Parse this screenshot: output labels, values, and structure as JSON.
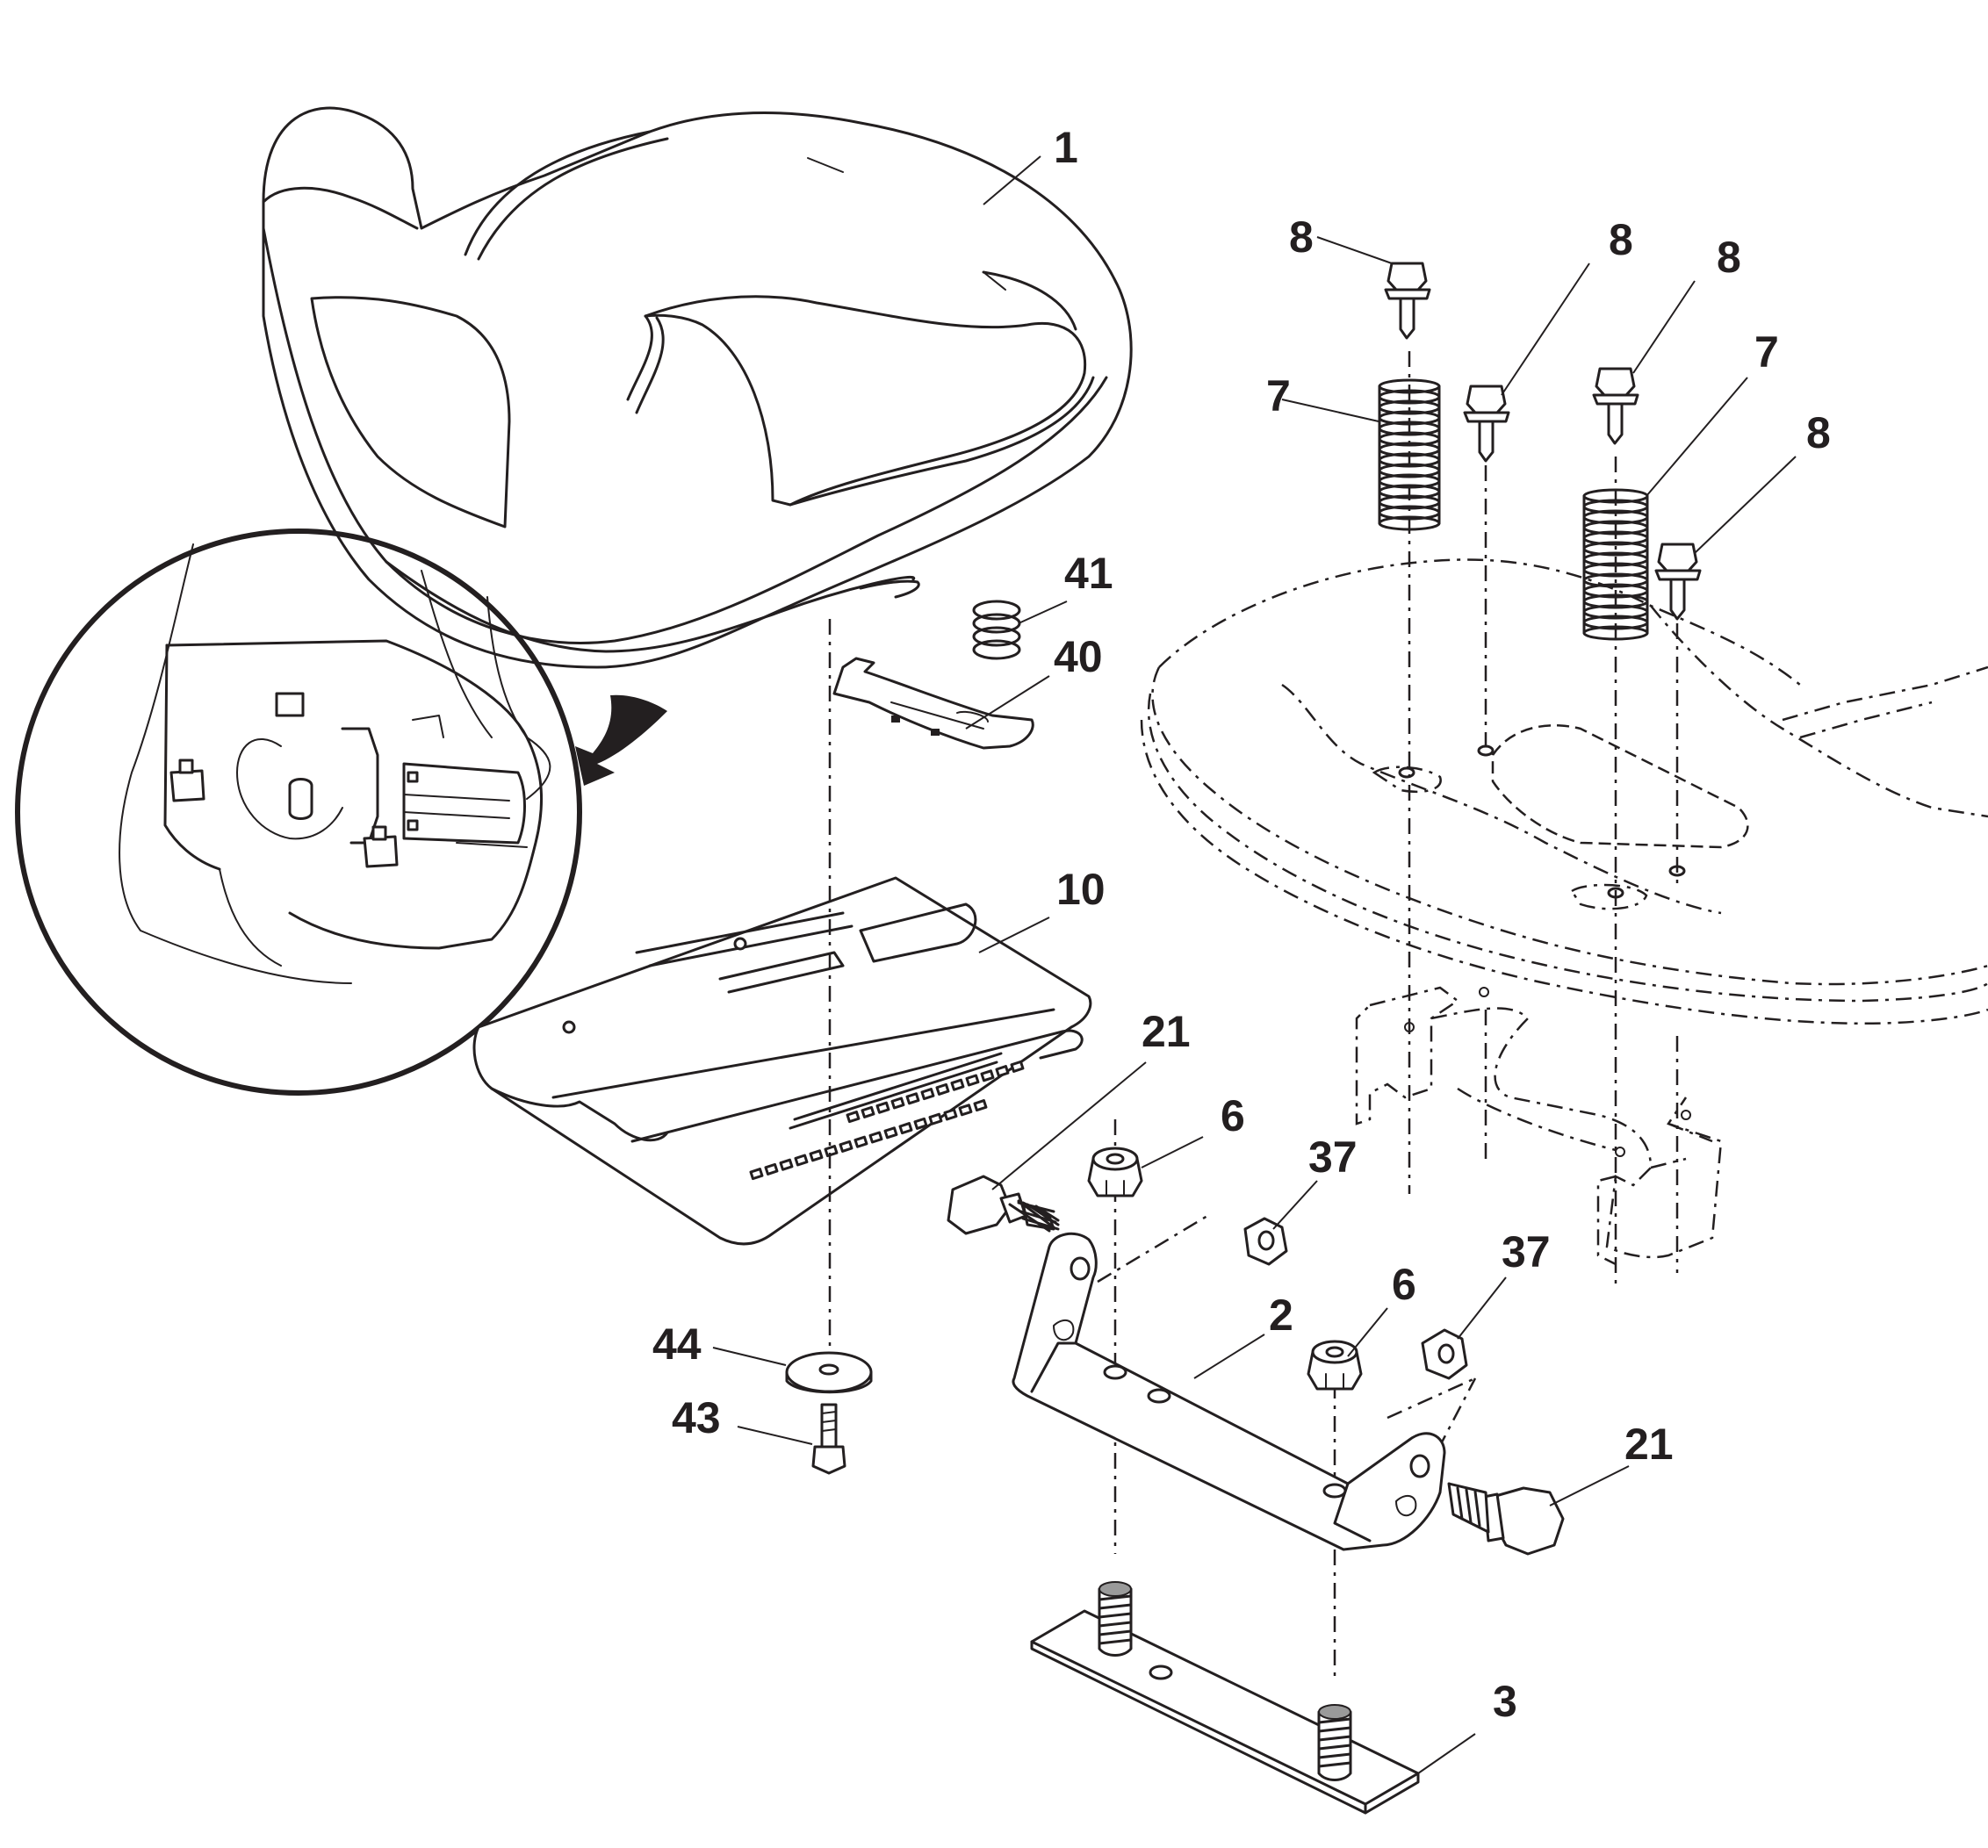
{
  "callouts": [
    {
      "key": "p1",
      "label": "1"
    },
    {
      "key": "p8a",
      "label": "8"
    },
    {
      "key": "p8b",
      "label": "8"
    },
    {
      "key": "p8c",
      "label": "8"
    },
    {
      "key": "p8d",
      "label": "8"
    },
    {
      "key": "p7a",
      "label": "7"
    },
    {
      "key": "p7b",
      "label": "7"
    },
    {
      "key": "p41",
      "label": "41"
    },
    {
      "key": "p40",
      "label": "40"
    },
    {
      "key": "p10",
      "label": "10"
    },
    {
      "key": "p21a",
      "label": "21"
    },
    {
      "key": "p21b",
      "label": "21"
    },
    {
      "key": "p6a",
      "label": "6"
    },
    {
      "key": "p6b",
      "label": "6"
    },
    {
      "key": "p37a",
      "label": "37"
    },
    {
      "key": "p37b",
      "label": "37"
    },
    {
      "key": "p2",
      "label": "2"
    },
    {
      "key": "p44",
      "label": "44"
    },
    {
      "key": "p43",
      "label": "43"
    },
    {
      "key": "p3",
      "label": "3"
    }
  ],
  "colors": {
    "ink": "#231f20",
    "background": "#ffffff",
    "shade": "#9a9a9a"
  }
}
